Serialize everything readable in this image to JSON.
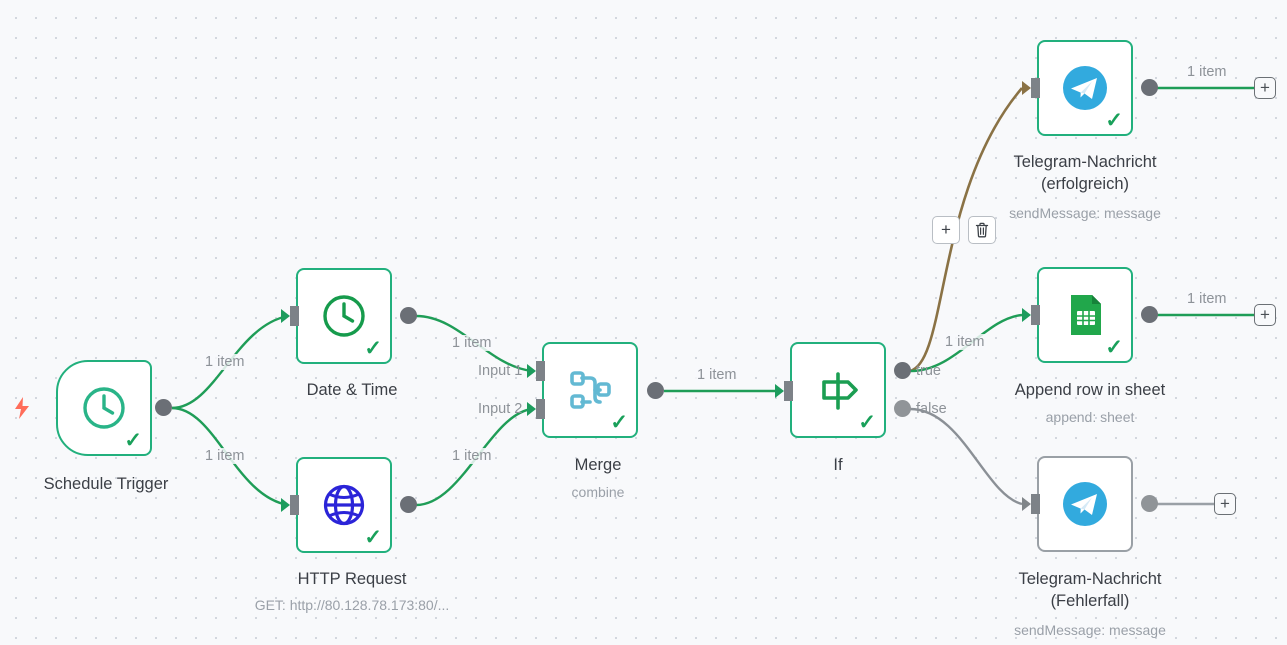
{
  "canvas": {
    "background_color": "#f8f9fb",
    "grid_dot_color": "#d3d7de",
    "accent_green": "#22b07d",
    "edge_green": "#1f9d57",
    "edge_grey": "#8b9096",
    "edge_hover_brown": "#8a7245",
    "trigger_bolt_color": "#ff6d5a",
    "trigger_bolt_icon": "lightning-bolt-icon"
  },
  "nodes": [
    {
      "id": "schedule-trigger",
      "title": "Schedule Trigger",
      "subtitle": "",
      "icon": "clock-icon",
      "status": "success",
      "check": "✓"
    },
    {
      "id": "date-time",
      "title": "Date & Time",
      "subtitle": "",
      "icon": "clock-icon",
      "status": "success",
      "check": "✓"
    },
    {
      "id": "http-request",
      "title": "HTTP Request",
      "subtitle": "GET: http://80.128.78.173:80/...",
      "icon": "globe-icon",
      "status": "success",
      "check": "✓"
    },
    {
      "id": "merge",
      "title": "Merge",
      "subtitle": "combine",
      "icon": "merge-icon",
      "status": "success",
      "check": "✓",
      "inputs": [
        "Input 1",
        "Input 2"
      ]
    },
    {
      "id": "if",
      "title": "If",
      "subtitle": "",
      "icon": "signpost-icon",
      "status": "success",
      "check": "✓",
      "outputs": [
        "true",
        "false"
      ]
    },
    {
      "id": "telegram-success",
      "title": "Telegram-Nachricht\n(erfolgreich)",
      "subtitle": "sendMessage: message",
      "icon": "telegram-icon",
      "status": "success",
      "check": "✓"
    },
    {
      "id": "append-row-in-sheet",
      "title": "Append row in sheet",
      "subtitle": "append: sheet",
      "icon": "google-sheets-icon",
      "status": "success",
      "check": "✓"
    },
    {
      "id": "telegram-error",
      "title": "Telegram-Nachricht\n(Fehlerfall)",
      "subtitle": "sendMessage: message",
      "icon": "telegram-icon",
      "status": "idle",
      "check": ""
    }
  ],
  "edge_labels": {
    "trigger_to_datetime": "1 item",
    "trigger_to_http": "1 item",
    "datetime_to_merge": "1 item",
    "http_to_merge": "1 item",
    "merge_to_if": "1 item",
    "if_true_to_sheet": "1 item",
    "telegram_success_out": "1 item",
    "sheet_out": "1 item"
  },
  "port_labels": {
    "merge_input_1": "Input 1",
    "merge_input_2": "Input 2",
    "if_true": "true",
    "if_false": "false"
  },
  "connection_toolbar": {
    "add_label": "+",
    "add_icon": "plus-icon",
    "delete_icon": "trash-icon"
  },
  "end_stubs": {
    "plus_label": "+"
  }
}
